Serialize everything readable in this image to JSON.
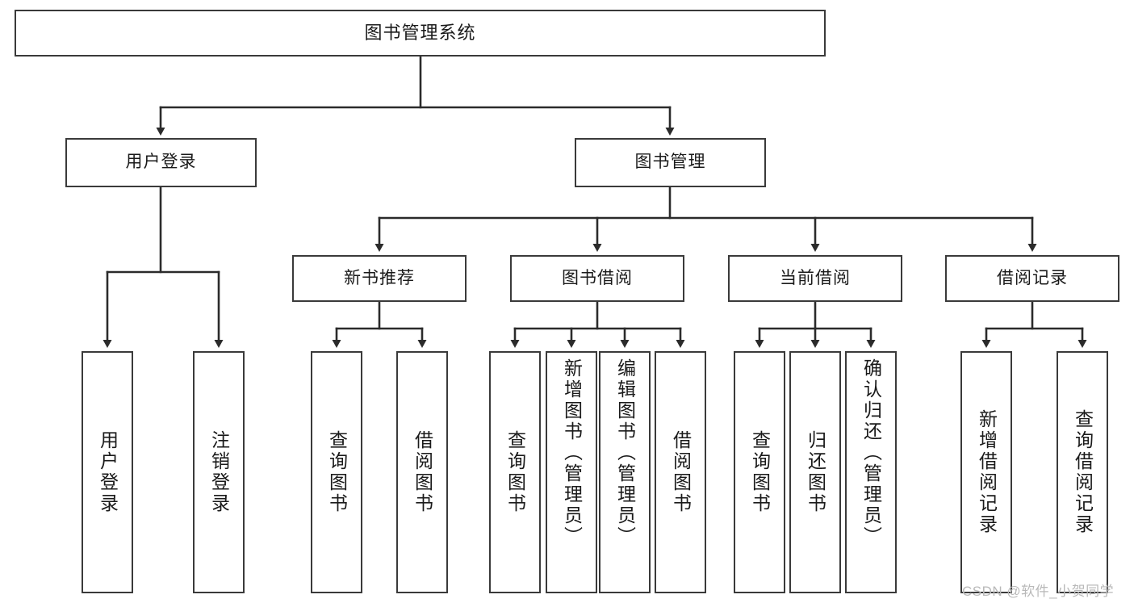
{
  "diagram": {
    "title": "图书管理系统",
    "type": "tree-hierarchy-diagram",
    "colors": {
      "box_border": "#3a3a3a",
      "box_fill": "#ffffff",
      "edge": "#2b2b2b",
      "text": "#1a1a1a",
      "watermark": "#b9b9b9",
      "background": "#ffffff"
    },
    "root": {
      "label": "图书管理系统"
    },
    "level2": [
      {
        "label": "用户登录"
      },
      {
        "label": "图书管理"
      }
    ],
    "level3": [
      {
        "label": "新书推荐"
      },
      {
        "label": "图书借阅"
      },
      {
        "label": "当前借阅"
      },
      {
        "label": "借阅记录"
      }
    ],
    "leaves": {
      "user_login": [
        {
          "label": "用户登录"
        },
        {
          "label": "注销登录"
        }
      ],
      "new_book_recommend": [
        {
          "label": "查询图书"
        },
        {
          "label": "借阅图书"
        }
      ],
      "book_borrow": [
        {
          "label": "查询图书"
        },
        {
          "label": "新增图书（管理员）"
        },
        {
          "label": "编辑图书（管理员）"
        },
        {
          "label": "借阅图书"
        }
      ],
      "current_borrow": [
        {
          "label": "查询图书"
        },
        {
          "label": "归还图书"
        },
        {
          "label": "确认归还（管理员）"
        }
      ],
      "borrow_record": [
        {
          "label": "新增借阅记录"
        },
        {
          "label": "查询借阅记录"
        }
      ]
    },
    "watermark": "CSDN @软件_小贺同学"
  }
}
